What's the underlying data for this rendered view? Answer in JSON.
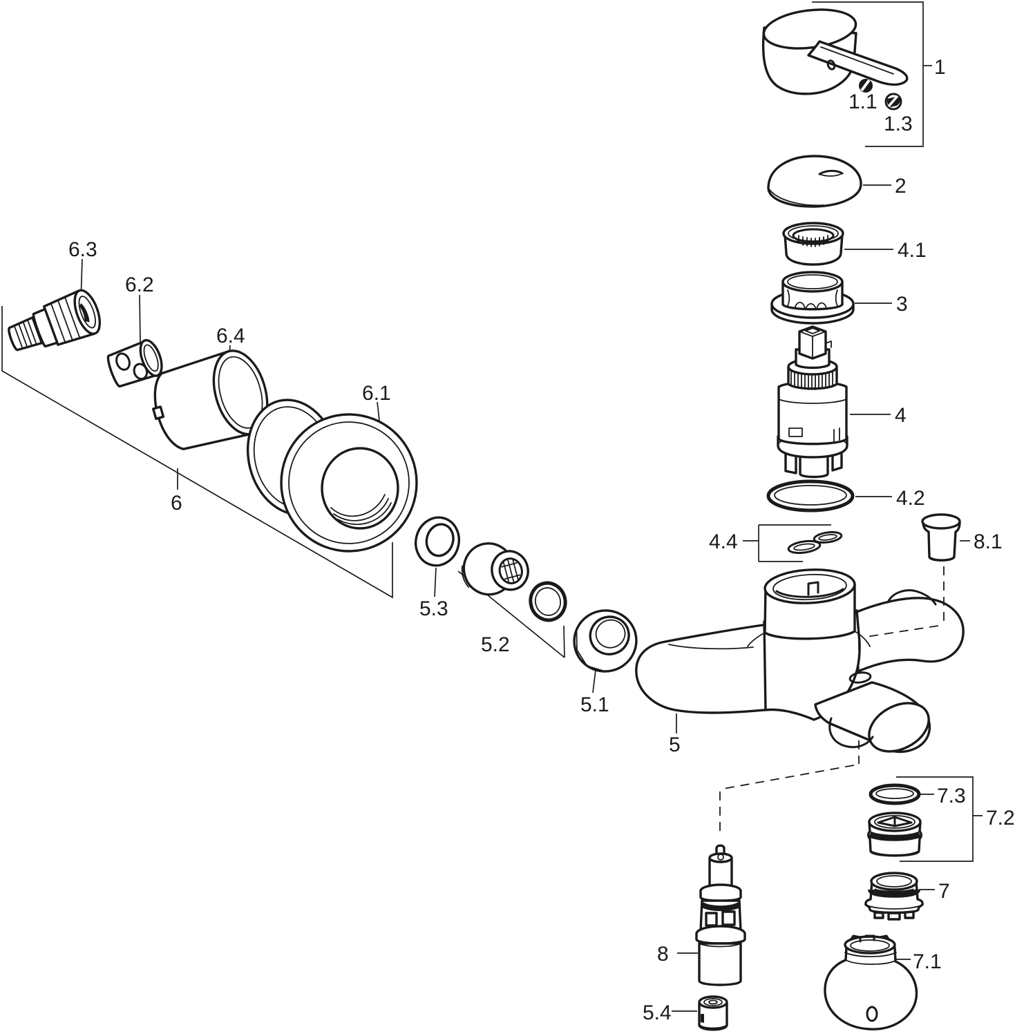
{
  "diagram": {
    "type": "exploded-view-parts-diagram",
    "background_color": "#ffffff",
    "line_color": "#1a1a1a"
  },
  "labels": {
    "p1": "1",
    "p1_1": "1.1",
    "p1_3": "1.3",
    "p2": "2",
    "p3": "3",
    "p4": "4",
    "p4_1": "4.1",
    "p4_2": "4.2",
    "p4_4": "4.4",
    "p5": "5",
    "p5_1": "5.1",
    "p5_2": "5.2",
    "p5_3": "5.3",
    "p5_4": "5.4",
    "p6": "6",
    "p6_1": "6.1",
    "p6_2": "6.2",
    "p6_3": "6.3",
    "p6_4": "6.4",
    "p7": "7",
    "p7_1": "7.1",
    "p7_2": "7.2",
    "p7_3": "7.3",
    "p8": "8",
    "p8_1": "8.1"
  }
}
